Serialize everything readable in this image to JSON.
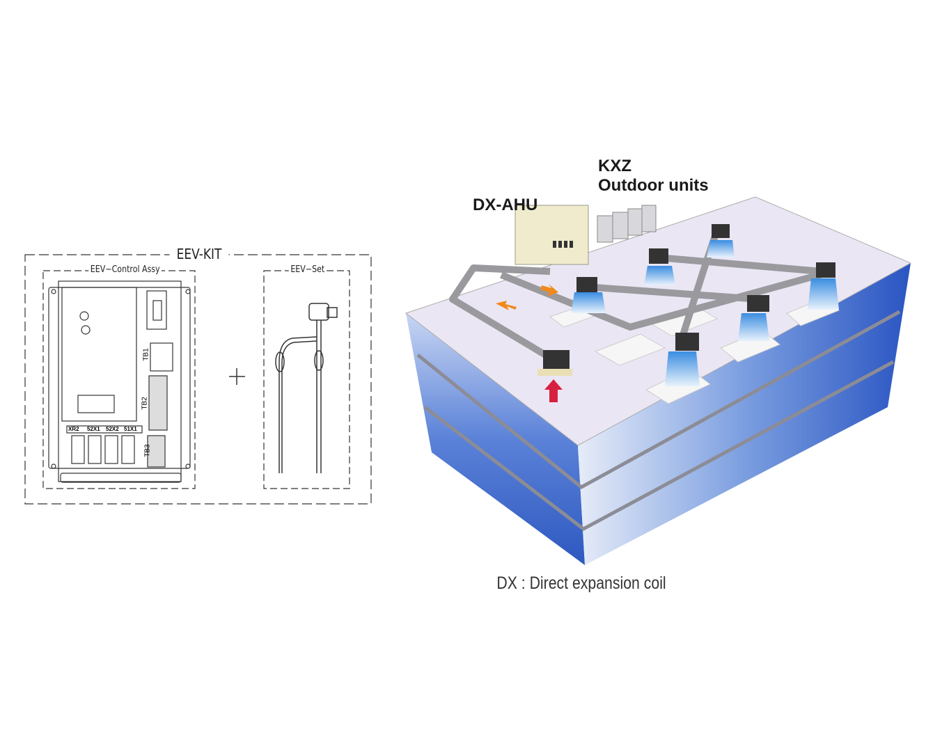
{
  "eev_kit": {
    "title": "EEV-KIT",
    "control_assy_label": "EEV−Control Assy",
    "eev_set_label": "EEV−Set",
    "plus": "+",
    "terminal_labels": [
      "TB1",
      "TB2",
      "TB3"
    ],
    "relay_labels": [
      "XR2",
      "52X1",
      "52X2",
      "51X1"
    ]
  },
  "building": {
    "ahu_label": "DX-AHU",
    "outdoor_label_line1": "KXZ",
    "outdoor_label_line2": "Outdoor units",
    "caption": "DX : Direct expansion coil"
  },
  "colors": {
    "glass_blue": "#3f6fd0",
    "floor_lavender": "#e8e2f3",
    "duct_gray": "#9a9a9e",
    "arrow_orange": "#f08a1c",
    "arrow_red": "#d82040",
    "airflow_blue": "#6fb0ea"
  }
}
